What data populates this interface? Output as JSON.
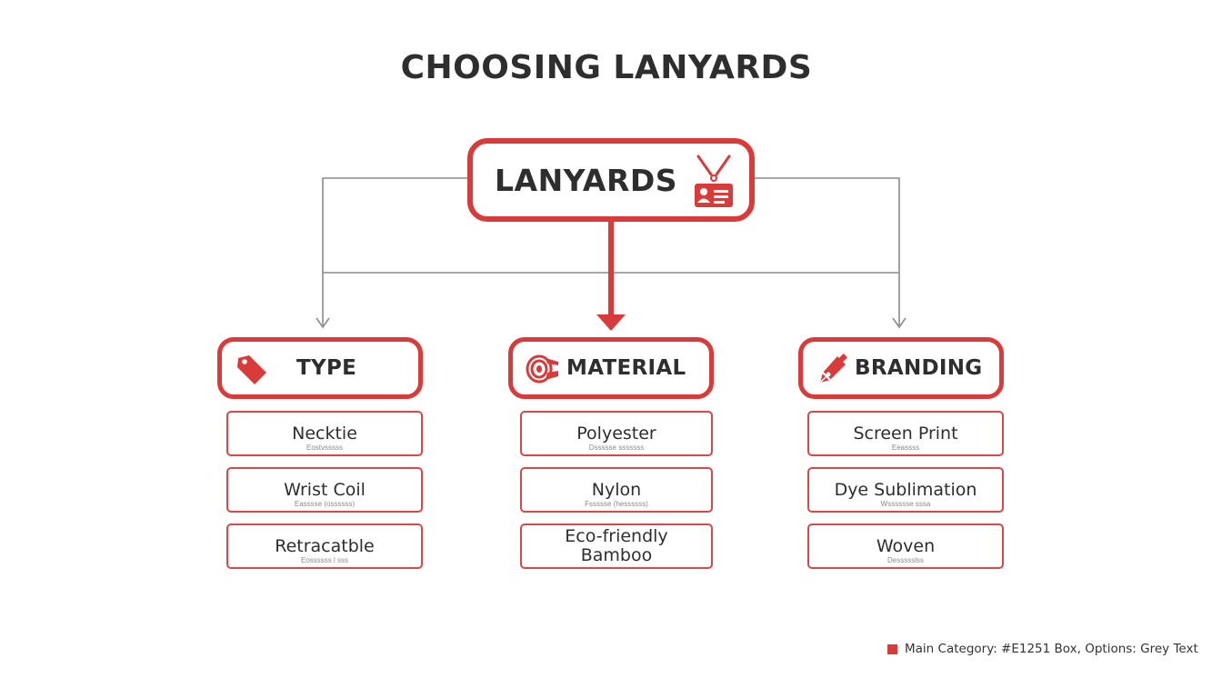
{
  "title": "CHOOSING LANYARDS",
  "root": {
    "label": "LANYARDS",
    "icon": "id-badge-lanyard-icon"
  },
  "categories": [
    {
      "label": "TYPE",
      "icon": "tag-icon",
      "options": [
        {
          "label": "Necktie",
          "sub": "Eostvsssss"
        },
        {
          "label": "Wrist Coil",
          "sub": "Easssse (ossssss)"
        },
        {
          "label": "Retracatble",
          "sub": "Eossssss l sss"
        }
      ]
    },
    {
      "label": "MATERIAL",
      "icon": "fabric-roll-icon",
      "options": [
        {
          "label": "Polyester",
          "sub": "Dssssse sssssss"
        },
        {
          "label": "Nylon",
          "sub": "Fssssse (hessssss)"
        },
        {
          "label": "Eco-friendly Bamboo",
          "sub": ""
        }
      ]
    },
    {
      "label": "BRANDING",
      "icon": "pen-nib-icon",
      "options": [
        {
          "label": "Screen Print",
          "sub": "Eeassss"
        },
        {
          "label": "Dye Sublimation",
          "sub": "Wsssssse sssa"
        },
        {
          "label": "Woven",
          "sub": "Dessssslss"
        }
      ]
    }
  ],
  "legend": {
    "text": "Main Category: #E1251 Box, Options: Grey Text",
    "color": "#d93a3a"
  },
  "colors": {
    "accent": "#d93a3a",
    "connector": "#8a8a8a",
    "text": "#2e2e2e"
  }
}
